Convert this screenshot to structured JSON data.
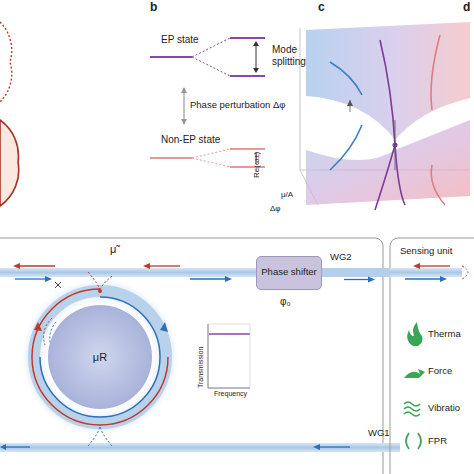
{
  "diagram": {
    "nodes": [
      {
        "text": [
          "Phase shifter"
        ]
      },
      {
        "text": [
          "Sensing unit"
        ]
      },
      {
        "text": [
          "μR"
        ]
      },
      {
        "text": [
          "Transmission",
          "Frequency"
        ]
      }
    ],
    "edges": [
      {
        "from": 0,
        "to": 1,
        "arrow": "none"
      }
    ],
    "labels": [
      "b",
      "c",
      "d",
      "EP state",
      "Mode splitting",
      "Phase perturbation Δφ",
      "Non-EP state",
      "Re(ω±)",
      "μ/A",
      "Δφ",
      "μ̃",
      "φ₀",
      "WG2",
      "WG1",
      "Therma",
      "Force",
      "Vibratio",
      "FPR"
    ]
  }
}
